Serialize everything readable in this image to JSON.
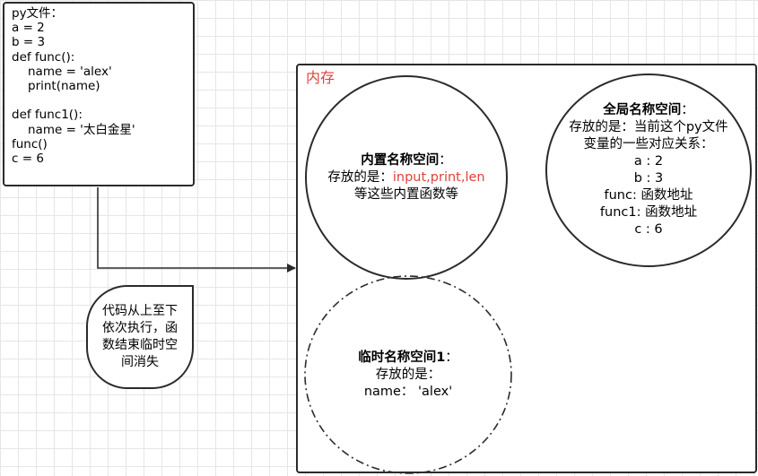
{
  "code_box": {
    "lines": [
      "py文件：",
      "a = 2",
      "b = 3",
      "def func():",
      "name = 'alex'",
      "print(name)",
      "def func1():",
      "name = '太白金星'",
      "func()",
      "c = 6"
    ]
  },
  "memory": {
    "label": "内存"
  },
  "builtin_namespace": {
    "title": "内置名称空间",
    "colon": "：",
    "desc_prefix": "存放的是：",
    "highlight": "input,print,len",
    "desc_suffix": "等这些内置函数等"
  },
  "global_namespace": {
    "title": "全局名称空间",
    "colon": "：",
    "lines": [
      "存放的是：当前这个py文件",
      "变量的一些对应关系：",
      "a : 2",
      "b : 3",
      "func: 函数地址",
      "func1: 函数地址",
      "c : 6"
    ]
  },
  "temp_namespace": {
    "title": "临时名称空间1",
    "colon": "：",
    "lines": [
      "存放的是：",
      "name： 'alex'"
    ]
  },
  "note": {
    "text": "代码从上至下依次执行，函数结束临时空间消失"
  },
  "colors": {
    "accent_red": "#e0413a",
    "stroke": "#2b2b2b"
  }
}
